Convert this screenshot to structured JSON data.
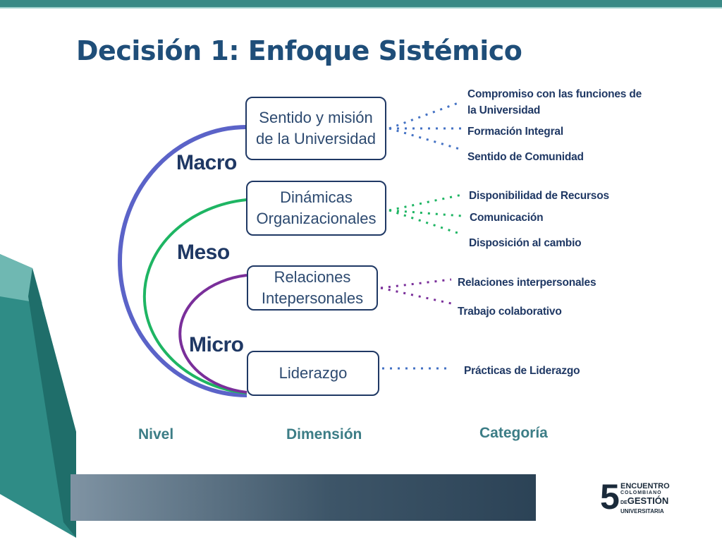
{
  "title": "Decisión 1: Enfoque Sistémico",
  "levels": [
    "Macro",
    "Meso",
    "Micro"
  ],
  "dimensions": [
    {
      "line1": "Sentido y misión",
      "line2": "de la Universidad"
    },
    {
      "line1": "Dinámicas",
      "line2": "Organizacionales"
    },
    {
      "line1": "Relaciones",
      "line2": "Intepersonales"
    },
    {
      "line1": "Liderazgo",
      "line2": ""
    }
  ],
  "categories": {
    "mission": [
      "Compromiso con las funciones de",
      "la Universidad",
      "Formación Integral",
      "Sentido de Comunidad"
    ],
    "organizational": [
      "Disponibilidad de Recursos",
      "Comunicación",
      "Disposición al cambio"
    ],
    "relations": [
      "Relaciones interpersonales",
      "Trabajo colaborativo"
    ],
    "leadership": [
      "Prácticas de Liderazgo"
    ]
  },
  "footer": {
    "nivel": "Nivel",
    "dimension": "Dimensión",
    "categoria": "Categoría"
  },
  "logo": {
    "number": "5",
    "line1": "ENCUENTRO",
    "line2": "COLOMBIANO",
    "line3": "DE",
    "line4": "GESTIÓN",
    "line5": "UNIVERSITARIA"
  },
  "colors": {
    "macro": "#5b63c8",
    "meso": "#1eb563",
    "micro": "#7a2f9a",
    "title": "#1f4e79",
    "teal": "#2f8c86"
  }
}
